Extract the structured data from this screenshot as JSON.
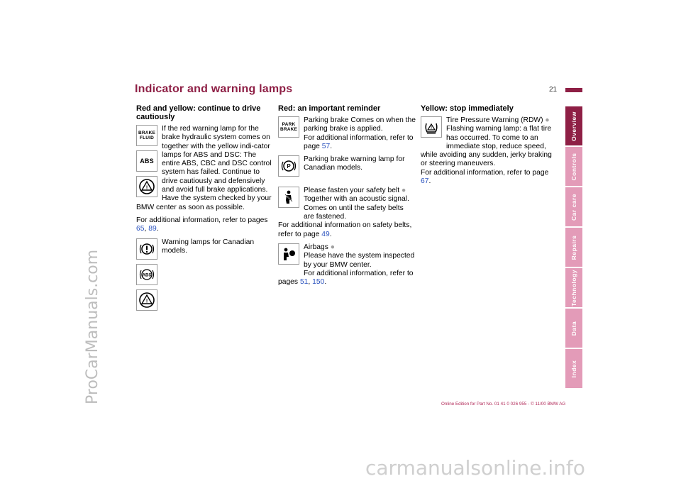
{
  "watermarks": {
    "left": "ProCarManuals.com",
    "bottom": "carmanualsonline.info"
  },
  "page": {
    "title": "Indicator and warning lamps",
    "number": "21"
  },
  "tabs": [
    {
      "label": "Overview",
      "active": true
    },
    {
      "label": "Controls",
      "active": false
    },
    {
      "label": "Car care",
      "active": false
    },
    {
      "label": "Repairs",
      "active": false
    },
    {
      "label": "Technology",
      "active": false
    },
    {
      "label": "Data",
      "active": false
    },
    {
      "label": "Index",
      "active": false
    }
  ],
  "col1": {
    "heading": "Red and yellow: continue to drive cautiously",
    "icons": {
      "brake_fluid": "BRAKE FLUID",
      "abs": "ABS"
    },
    "text1": "If the red warning lamp for the brake hydraulic system comes on together with the yellow indi-cator lamps for ABS and DSC: The entire ABS, CBC and DSC control system has failed. Continue to drive cautiously and defensively and avoid full brake applications. Have the system checked by your BMW center as soon as possible.",
    "info": "For additional information, refer to pages",
    "link1": "65",
    "sep": ",",
    "link2": "89",
    "end": ".",
    "text2": "Warning lamps for Canadian models."
  },
  "col2": {
    "heading": "Red: an important reminder",
    "icons": {
      "park_brake": "PARK BRAKE",
      "canadian_p": "P"
    },
    "e1_text": "Parking brake Comes on when the parking brake is applied.",
    "e1_info": "For additional information, refer to page",
    "e1_link": "57",
    "e2_text": "Parking brake warning lamp for Canadian models.",
    "e3_title": "Please fasten your safety belt",
    "e3_text": "Together with an acoustic signal. Comes on until the safety belts are fastened.",
    "e3_info": "For additional information on safety belts, refer to page",
    "e3_link": "49",
    "e4_title": "Airbags",
    "e4_text": "Please have the system inspected by your BMW center.",
    "e4_info": "For additional information, refer to pages",
    "e4_link1": "51",
    "e4_link2": "150",
    "end": ".",
    "sep": ","
  },
  "col3": {
    "heading": "Yellow: stop immediately",
    "e1_title": "Tire Pressure Warning (RDW)",
    "e1_text": "Flashing warning lamp: a flat tire has occurred. To come to an immediate stop, reduce speed, while avoiding any sudden, jerky braking or steering maneuvers.",
    "e1_info": "For additional information, refer to page",
    "e1_link": "67",
    "end": "."
  },
  "bullet": "●",
  "footer": "Online Edition for Part No. 01 41 0 026 955 - © 11/00 BMW AG"
}
